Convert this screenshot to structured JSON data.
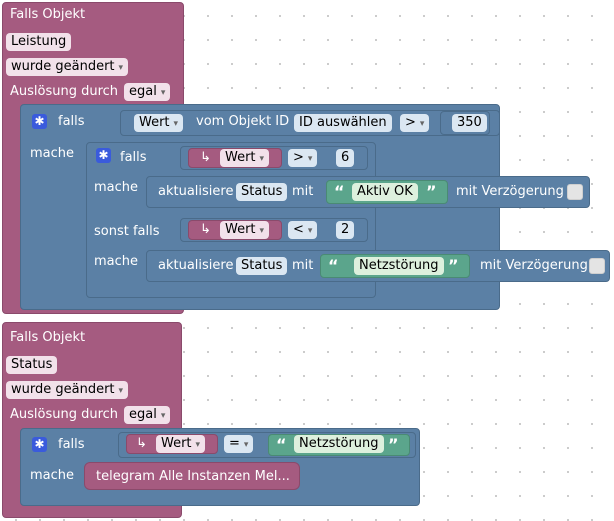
{
  "block1": {
    "title": "Falls Objekt",
    "object": "Leistung",
    "trigger": "wurde geändert",
    "trigger_by_label": "Auslösung durch",
    "trigger_by_value": "egal",
    "if": {
      "label": "falls",
      "do_label": "mache",
      "obj_value_field": "Wert",
      "obj_label": "vom Objekt ID",
      "obj_id": "ID auswählen",
      "operator": ">",
      "number": "350",
      "inner_if": {
        "label": "falls",
        "do_label": "mache",
        "var": "Wert",
        "operator": ">",
        "number": "6",
        "action": {
          "verb": "aktualisiere",
          "target": "Status",
          "with": "mit",
          "text": "Aktiv OK",
          "delay": "mit Verzögerung"
        },
        "elseif_label": "sonst falls",
        "elseif_var": "Wert",
        "elseif_operator": "<",
        "elseif_number": "2",
        "else_action": {
          "verb": "aktualisiere",
          "target": "Status",
          "with": "mit",
          "text": "Netzstörung",
          "delay": "mit Verzögerung"
        }
      }
    }
  },
  "block2": {
    "title": "Falls Objekt",
    "object": "Status",
    "trigger": "wurde geändert",
    "trigger_by_label": "Auslösung durch",
    "trigger_by_value": "egal",
    "if": {
      "label": "falls",
      "do_label": "mache",
      "var": "Wert",
      "operator": "=",
      "text": "Netzstörung",
      "action": "telegram Alle Instanzen Mel..."
    }
  },
  "icons": {
    "gear": "gear-icon",
    "variable": "variable-arrow-icon",
    "dropdown": "dropdown-arrow-icon",
    "quote": "quote-icon",
    "checkbox": "checkbox-icon"
  },
  "colors": {
    "event": "#a55b80",
    "control": "#5b80a5",
    "text_value": "#5ba58c",
    "gear": "#3a5bdc"
  }
}
